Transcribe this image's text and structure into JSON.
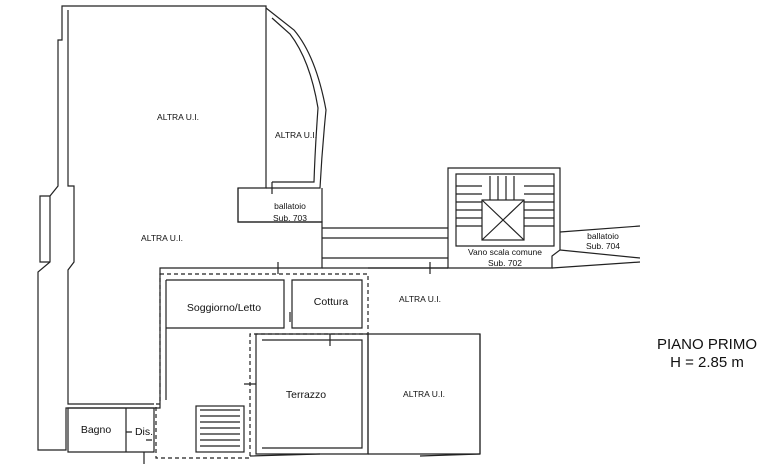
{
  "plan": {
    "rooms": {
      "altra_ui_top_left": "ALTRA U.I.",
      "altra_ui_curved": "ALTRA U.I.",
      "ballatoio_703": "ballatoio",
      "ballatoio_703_sub": "Sub. 703",
      "altra_ui_mid_left": "ALTRA U.I.",
      "vano_scala": "Vano scala comune",
      "vano_scala_sub": "Sub. 702",
      "ballatoio_704": "ballatoio",
      "ballatoio_704_sub": "Sub. 704",
      "soggiorno": "Soggiorno/Letto",
      "cottura": "Cottura",
      "altra_ui_center": "ALTRA U.I.",
      "terrazzo": "Terrazzo",
      "altra_ui_bottom": "ALTRA U.I.",
      "bagno": "Bagno",
      "dis": "Dis."
    },
    "title": {
      "line1": "PIANO PRIMO",
      "line2": "H = 2.85 m"
    }
  }
}
